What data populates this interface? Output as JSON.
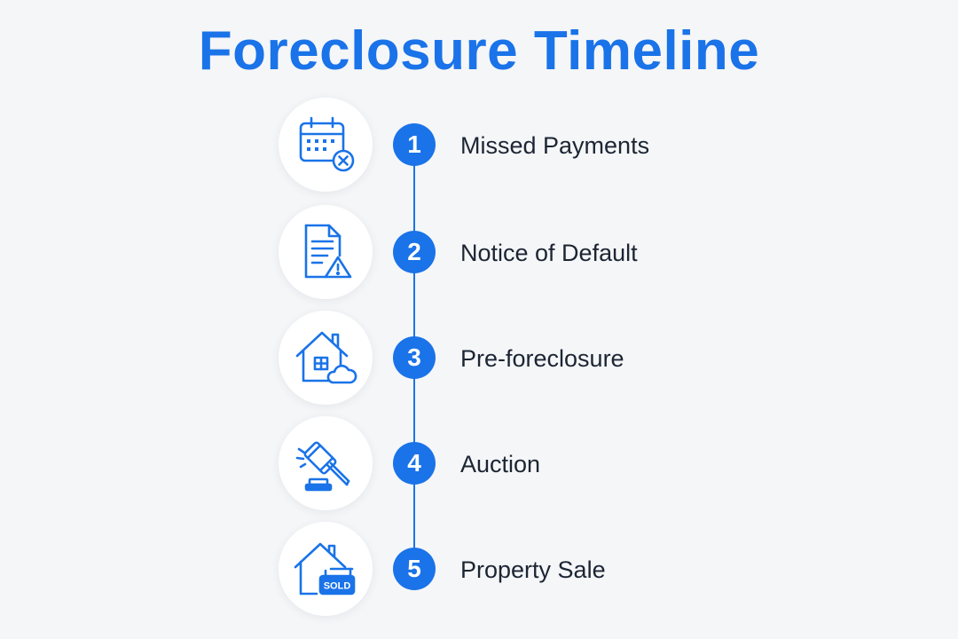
{
  "title": "Foreclosure Timeline",
  "colors": {
    "accent": "#1a73e8",
    "text": "#1c2533",
    "background": "#f5f6f8",
    "icon_background": "#ffffff"
  },
  "steps": [
    {
      "number": "1",
      "label": "Missed Payments",
      "icon": "calendar-x-icon"
    },
    {
      "number": "2",
      "label": "Notice of Default",
      "icon": "document-warning-icon"
    },
    {
      "number": "3",
      "label": "Pre-foreclosure",
      "icon": "house-cloud-icon"
    },
    {
      "number": "4",
      "label": "Auction",
      "icon": "gavel-icon"
    },
    {
      "number": "5",
      "label": "Property Sale",
      "icon": "house-sold-sign-icon",
      "sign_text": "SOLD"
    }
  ]
}
